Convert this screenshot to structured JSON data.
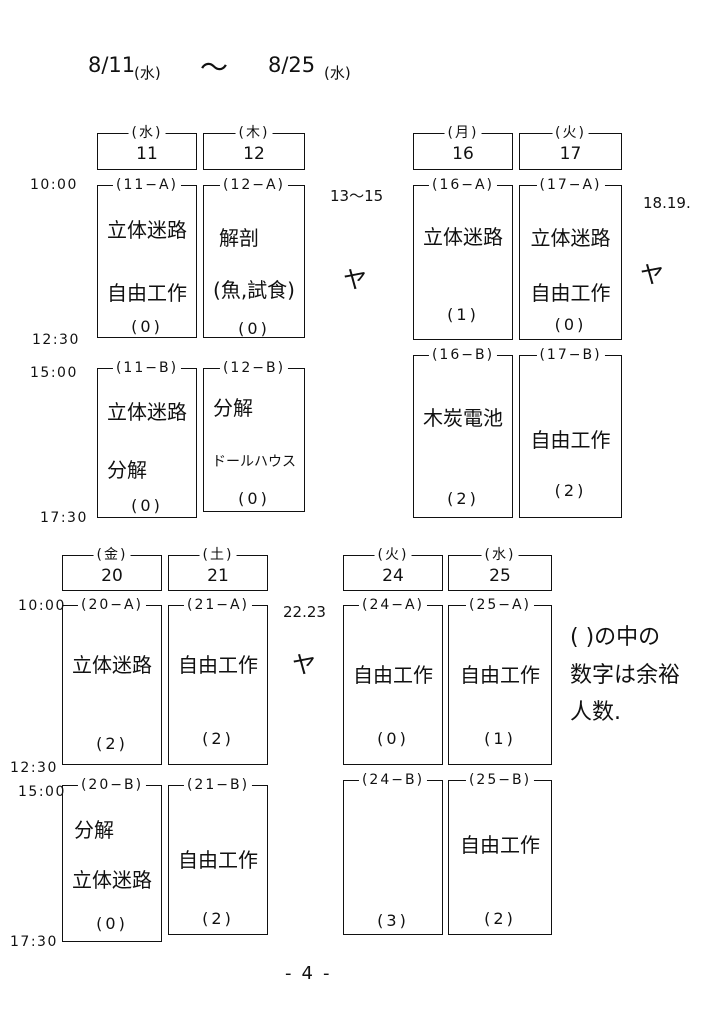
{
  "title": {
    "start_date": "8/11",
    "start_weekday": "(水)",
    "separator": "〜",
    "end_date": "8/25",
    "end_weekday": "(水)"
  },
  "time_labels": {
    "first_half": {
      "am_start": "10:00",
      "am_end": "12:30",
      "pm_start": "15:00",
      "pm_end": "17:30"
    },
    "second_half": {
      "am_start": "10:00",
      "am_end": "12:30",
      "pm_start": "15:00",
      "pm_end": "17:30"
    }
  },
  "days": [
    {
      "weekday": "(水)",
      "date": "11"
    },
    {
      "weekday": "(木)",
      "date": "12"
    },
    {
      "weekday": "(月)",
      "date": "16"
    },
    {
      "weekday": "(火)",
      "date": "17"
    },
    {
      "weekday": "(金)",
      "date": "20"
    },
    {
      "weekday": "(土)",
      "date": "21"
    },
    {
      "weekday": "(火)",
      "date": "24"
    },
    {
      "weekday": "(水)",
      "date": "25"
    }
  ],
  "sessions": {
    "d11_a": {
      "code": "(11−A)",
      "activities": [
        "立体迷路",
        "自由工作"
      ],
      "seats": "(0)"
    },
    "d12_a": {
      "code": "(12−A)",
      "activities": [
        "解剖",
        "(魚,試食)"
      ],
      "seats": "(0)"
    },
    "d11_b": {
      "code": "(11−B)",
      "activities": [
        "立体迷路",
        "分解"
      ],
      "seats": "(0)"
    },
    "d12_b": {
      "code": "(12−B)",
      "activities": [
        "分解",
        "ドールハウス"
      ],
      "seats": "(0)"
    },
    "d16_a": {
      "code": "(16−A)",
      "activities": [
        "立体迷路"
      ],
      "seats": "(1)"
    },
    "d17_a": {
      "code": "(17−A)",
      "activities": [
        "立体迷路",
        "自由工作"
      ],
      "seats": "(0)"
    },
    "d16_b": {
      "code": "(16−B)",
      "activities": [
        "木炭電池"
      ],
      "seats": "(2)"
    },
    "d17_b": {
      "code": "(17−B)",
      "activities": [
        "自由工作"
      ],
      "seats": "(2)"
    },
    "d20_a": {
      "code": "(20−A)",
      "activities": [
        "立体迷路"
      ],
      "seats": "(2)"
    },
    "d21_a": {
      "code": "(21−A)",
      "activities": [
        "自由工作"
      ],
      "seats": "(2)"
    },
    "d20_b": {
      "code": "(20−B)",
      "activities": [
        "分解",
        "立体迷路"
      ],
      "seats": "(0)"
    },
    "d21_b": {
      "code": "(21−B)",
      "activities": [
        "自由工作"
      ],
      "seats": "(2)"
    },
    "d24_a": {
      "code": "(24−A)",
      "activities": [
        "自由工作"
      ],
      "seats": "(0)"
    },
    "d25_a": {
      "code": "(25−A)",
      "activities": [
        "自由工作"
      ],
      "seats": "(1)"
    },
    "d24_b": {
      "code": "(24−B)",
      "activities": [],
      "seats": "(3)"
    },
    "d25_b": {
      "code": "(25−B)",
      "activities": [
        "自由工作"
      ],
      "seats": "(2)"
    }
  },
  "breaks": [
    {
      "days": "13〜15",
      "mark": "ヤ"
    },
    {
      "days": "18.19.",
      "mark": "ヤ"
    },
    {
      "days": "22.23",
      "mark": "ヤ"
    }
  ],
  "note": [
    "( )の中の",
    "数字は余裕",
    "人数."
  ],
  "page_number": "-4-"
}
